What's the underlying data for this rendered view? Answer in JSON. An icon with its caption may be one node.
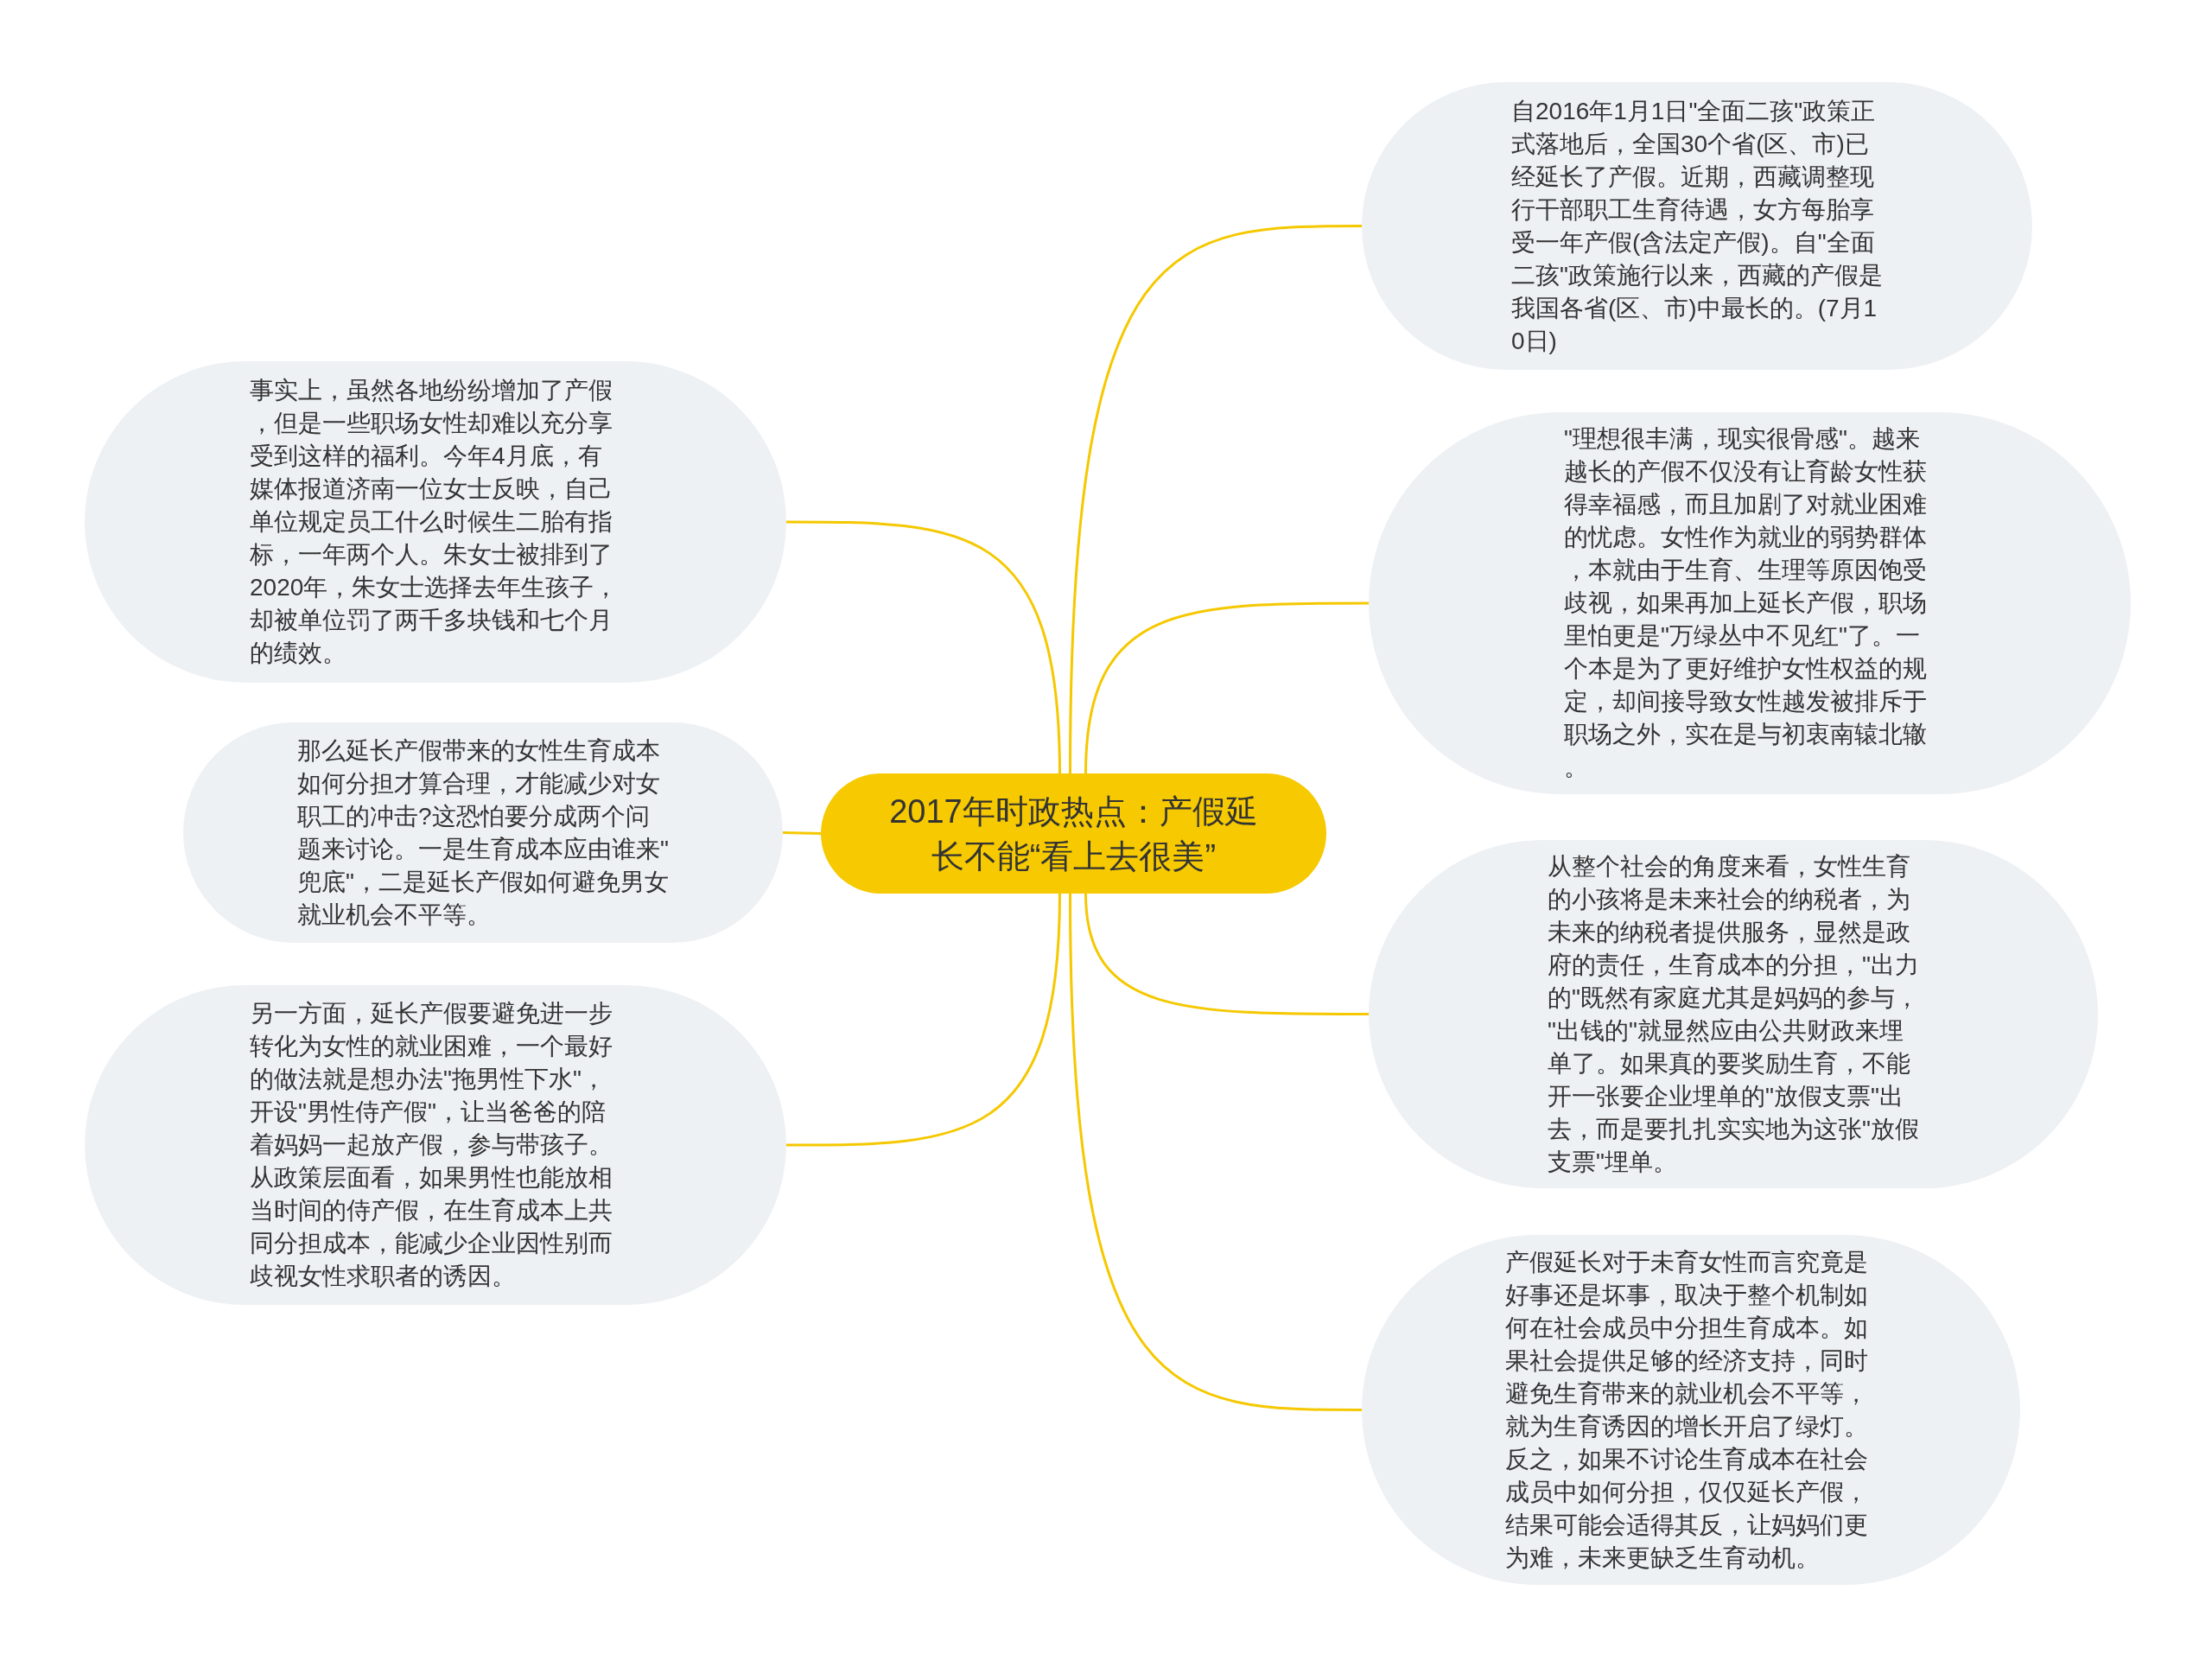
{
  "diagram": {
    "nodes": [
      {
        "text": [
          "2017年时政热点：产假延长不能“看上去很美”"
        ]
      },
      {
        "text": [
          "自2016年1月1日\"全面二孩\"政策正式落地后，全国30个省(区、市)已经延长了产假。近期，西藏调整现行干部职工生育待遇，女方每胎享受一年产假(含法定产假)。自\"全面二孩\"政策施行以来，西藏的产假是我国各省(区、市)中最长的。(7月10日)"
        ]
      },
      {
        "text": [
          "\"理想很丰满，现实很骨感\"。越来越长的产假不仅没有让育龄女性获得幸福感，而且加剧了对就业困难的忧虑。女性作为就业的弱势群体，本就由于生育、生理等原因饱受歧视，如果再加上延长产假，职场里怕更是\"万绿丛中不见红\"了。一个本是为了更好维护女性权益的规定，却间接导致女性越发被排斥于职场之外，实在是与初衷南辕北辙。"
        ]
      },
      {
        "text": [
          "从整个社会的角度来看，女性生育的小孩将是未来社会的纳税者，为未来的纳税者提供服务，显然是政府的责任，生育成本的分担，\"出力的\"既然有家庭尤其是妈妈的参与，\"出钱的\"就显然应由公共财政来埋单了。如果真的要奖励生育，不能开一张要企业埋单的\"放假支票\"出去，而是要扎扎实实地为这张\"放假支票\"埋单。"
        ]
      },
      {
        "text": [
          "产假延长对于未育女性而言究竟是好事还是坏事，取决于整个机制如何在社会成员中分担生育成本。如果社会提供足够的经济支持，同时避免生育带来的就业机会不平等，就为生育诱因的增长开启了绿灯。反之，如果不讨论生育成本在社会成员中如何分担，仅仅延长产假，结果可能会适得其反，让妈妈们更为难，未来更缺乏生育动机。"
        ]
      },
      {
        "text": [
          "事实上，虽然各地纷纷增加了产假，但是一些职场女性却难以充分享受到这样的福利。今年4月底，有媒体报道济南一位女士反映，自己单位规定员工什么时候生二胎有指标，一年两个人。朱女士被排到了2020年，朱女士选择去年生孩子，却被单位罚了两千多块钱和七个月的绩效。"
        ]
      },
      {
        "text": [
          "那么延长产假带来的女性生育成本如何分担才算合理，才能减少对女职工的冲击?这恐怕要分成两个问题来讨论。一是生育成本应由谁来\"兜底\"，二是延长产假如何避免男女就业机会不平等。"
        ]
      },
      {
        "text": [
          "另一方面，延长产假要避免进一步转化为女性的就业困难，一个最好的做法就是想办法\"拖男性下水\"，开设\"男性侍产假\"，让当爸爸的陪着妈妈一起放产假，参与带孩子。从政策层面看，如果男性也能放相当时间的侍产假，在生育成本上共同分担成本，能减少企业因性别而歧视女性求职者的诱因。"
        ]
      }
    ],
    "edges": [
      {
        "from": 0,
        "to": 1,
        "arrow": "none"
      },
      {
        "from": 0,
        "to": 2,
        "arrow": "none"
      },
      {
        "from": 0,
        "to": 3,
        "arrow": "none"
      },
      {
        "from": 0,
        "to": 4,
        "arrow": "none"
      },
      {
        "from": 0,
        "to": 5,
        "arrow": "none"
      },
      {
        "from": 0,
        "to": 6,
        "arrow": "none"
      },
      {
        "from": 0,
        "to": 7,
        "arrow": "none"
      }
    ]
  }
}
